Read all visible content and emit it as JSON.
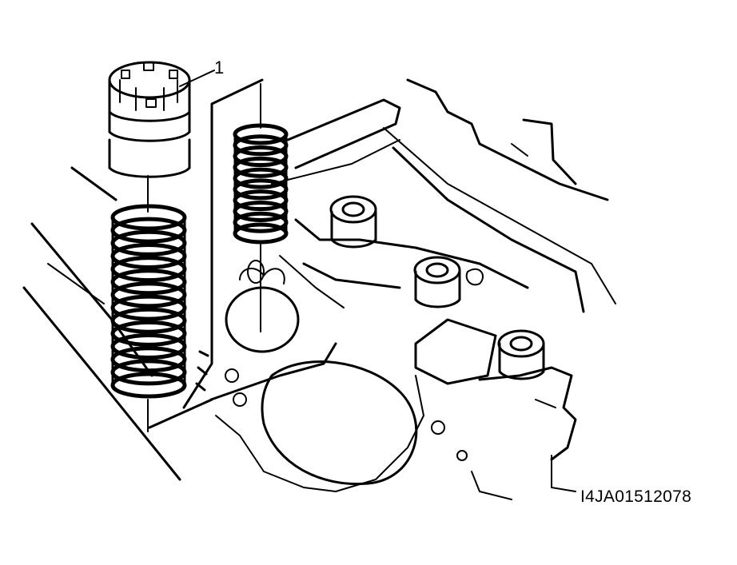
{
  "labels": {
    "callout_number": "1",
    "figure_code": "I4JA01512078"
  },
  "parts": {
    "piston_count": 1,
    "large_spring_coils": 14,
    "small_spring_coils": 10
  },
  "colors": {
    "line": "#000000",
    "background": "#ffffff"
  }
}
